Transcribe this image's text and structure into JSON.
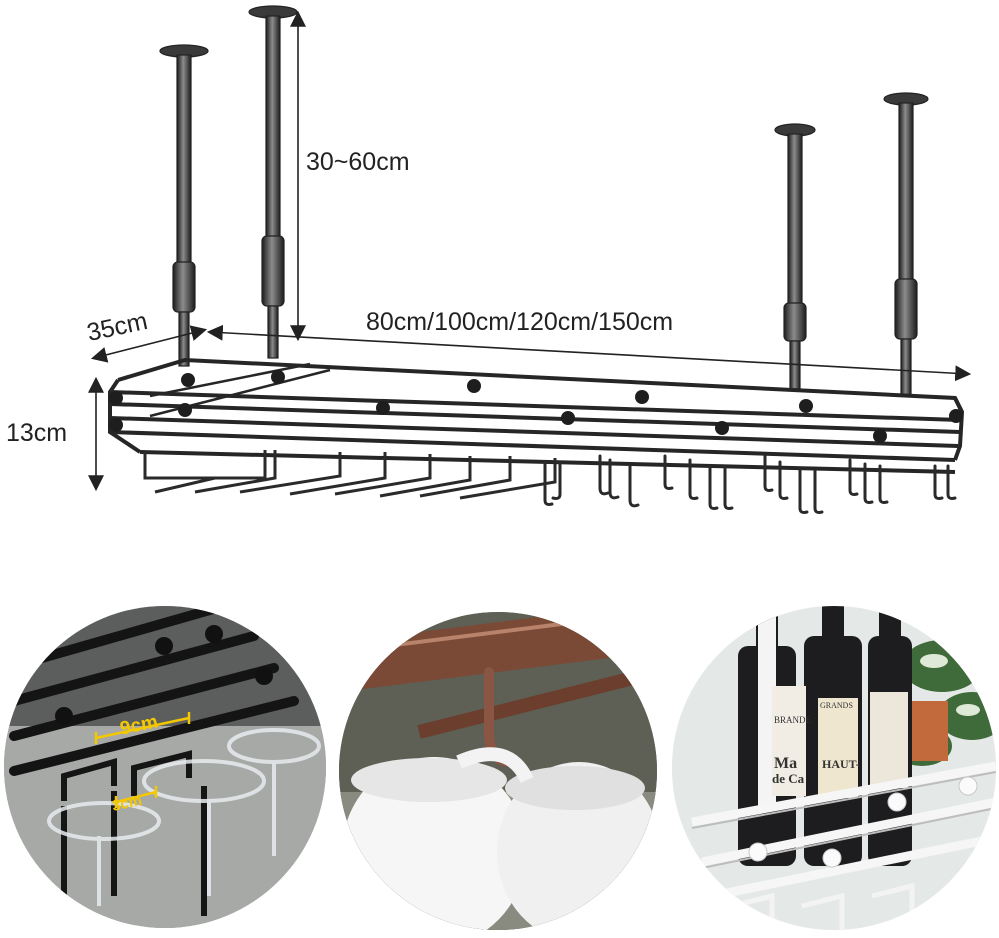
{
  "dimensions": {
    "height_drop": "30~60cm",
    "depth": "35cm",
    "length": "80cm/100cm/120cm/150cm",
    "height": "13cm"
  },
  "insets": {
    "glass_spacing": {
      "width_label": "9cm",
      "gap_label": "3cm"
    },
    "bottle_labels": {
      "label_1": "Ma",
      "label_2": "de Ca",
      "label_3": "HAUT-",
      "label_4": "BRANDE",
      "label_5": "GRANDS"
    }
  },
  "colors": {
    "rack_metal": "#2f2f2f",
    "rack_highlight": "#8a8a8a",
    "copper": "#7a4a36",
    "measure_yellow": "#f3c800",
    "white_rack": "#f2f2f2"
  }
}
